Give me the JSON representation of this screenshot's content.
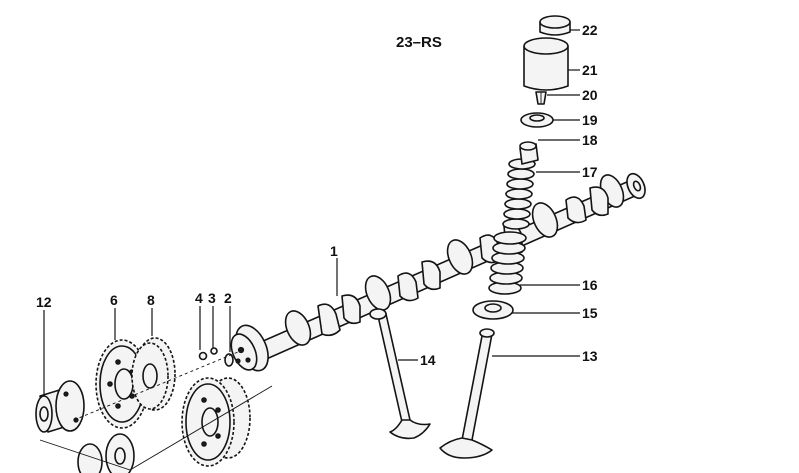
{
  "group_label": "23–RS",
  "callouts": {
    "c1": "1",
    "c2": "2",
    "c3": "3",
    "c4": "4",
    "c6": "6",
    "c8": "8",
    "c12": "12",
    "c13": "13",
    "c14": "14",
    "c15": "15",
    "c16": "16",
    "c17": "17",
    "c18": "18",
    "c19": "19",
    "c20": "20",
    "c21": "21",
    "c22": "22"
  }
}
